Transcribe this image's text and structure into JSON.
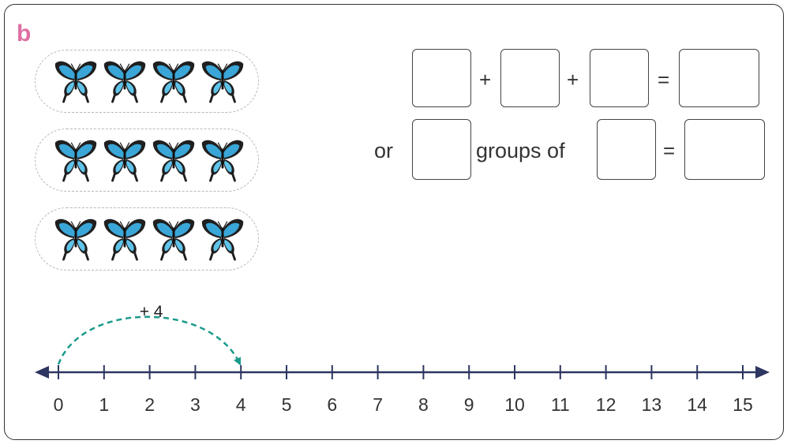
{
  "part_label": "b",
  "groups": [
    {
      "items": [
        "butterfly",
        "butterfly",
        "butterfly",
        "butterfly"
      ]
    },
    {
      "items": [
        "butterfly",
        "butterfly",
        "butterfly",
        "butterfly"
      ]
    },
    {
      "items": [
        "butterfly",
        "butterfly",
        "butterfly",
        "butterfly"
      ]
    }
  ],
  "equation_1": {
    "operator_1": "+",
    "operator_2": "+",
    "equals": "=",
    "answer_boxes": [
      "",
      "",
      "",
      ""
    ]
  },
  "equation_2": {
    "prefix": "or",
    "middle_text": "groups of",
    "equals": "=",
    "answer_boxes": [
      "",
      "",
      ""
    ]
  },
  "number_line": {
    "labels": [
      "0",
      "1",
      "2",
      "3",
      "4",
      "5",
      "6",
      "7",
      "8",
      "9",
      "10",
      "11",
      "12",
      "13",
      "14",
      "15"
    ],
    "jump": {
      "label": "+ 4",
      "from": 0,
      "to": 4
    }
  },
  "colors": {
    "part_label": "#e06fa3",
    "number_line": "#2d3561",
    "jump_arrow": "#1a9a8a",
    "butterfly_wing": "#3aa6d8"
  }
}
